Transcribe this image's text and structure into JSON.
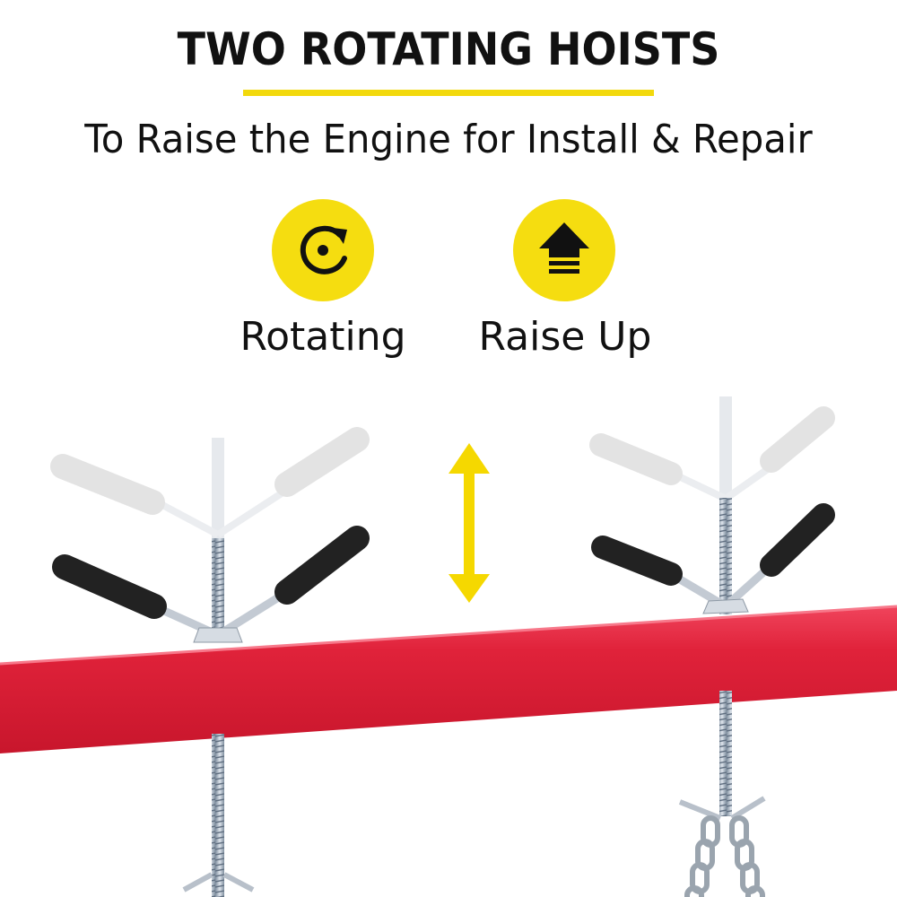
{
  "heading": {
    "title": "TWO ROTATING HOISTS",
    "subtitle": "To Raise the Engine for Install & Repair"
  },
  "features": [
    {
      "label": "Rotating",
      "icon": "rotate-icon"
    },
    {
      "label": "Raise Up",
      "icon": "arrow-up-icon"
    }
  ],
  "colors": {
    "accent_yellow": "#f5dd10",
    "beam_red": "#e01e38",
    "handle_black": "#222222"
  }
}
